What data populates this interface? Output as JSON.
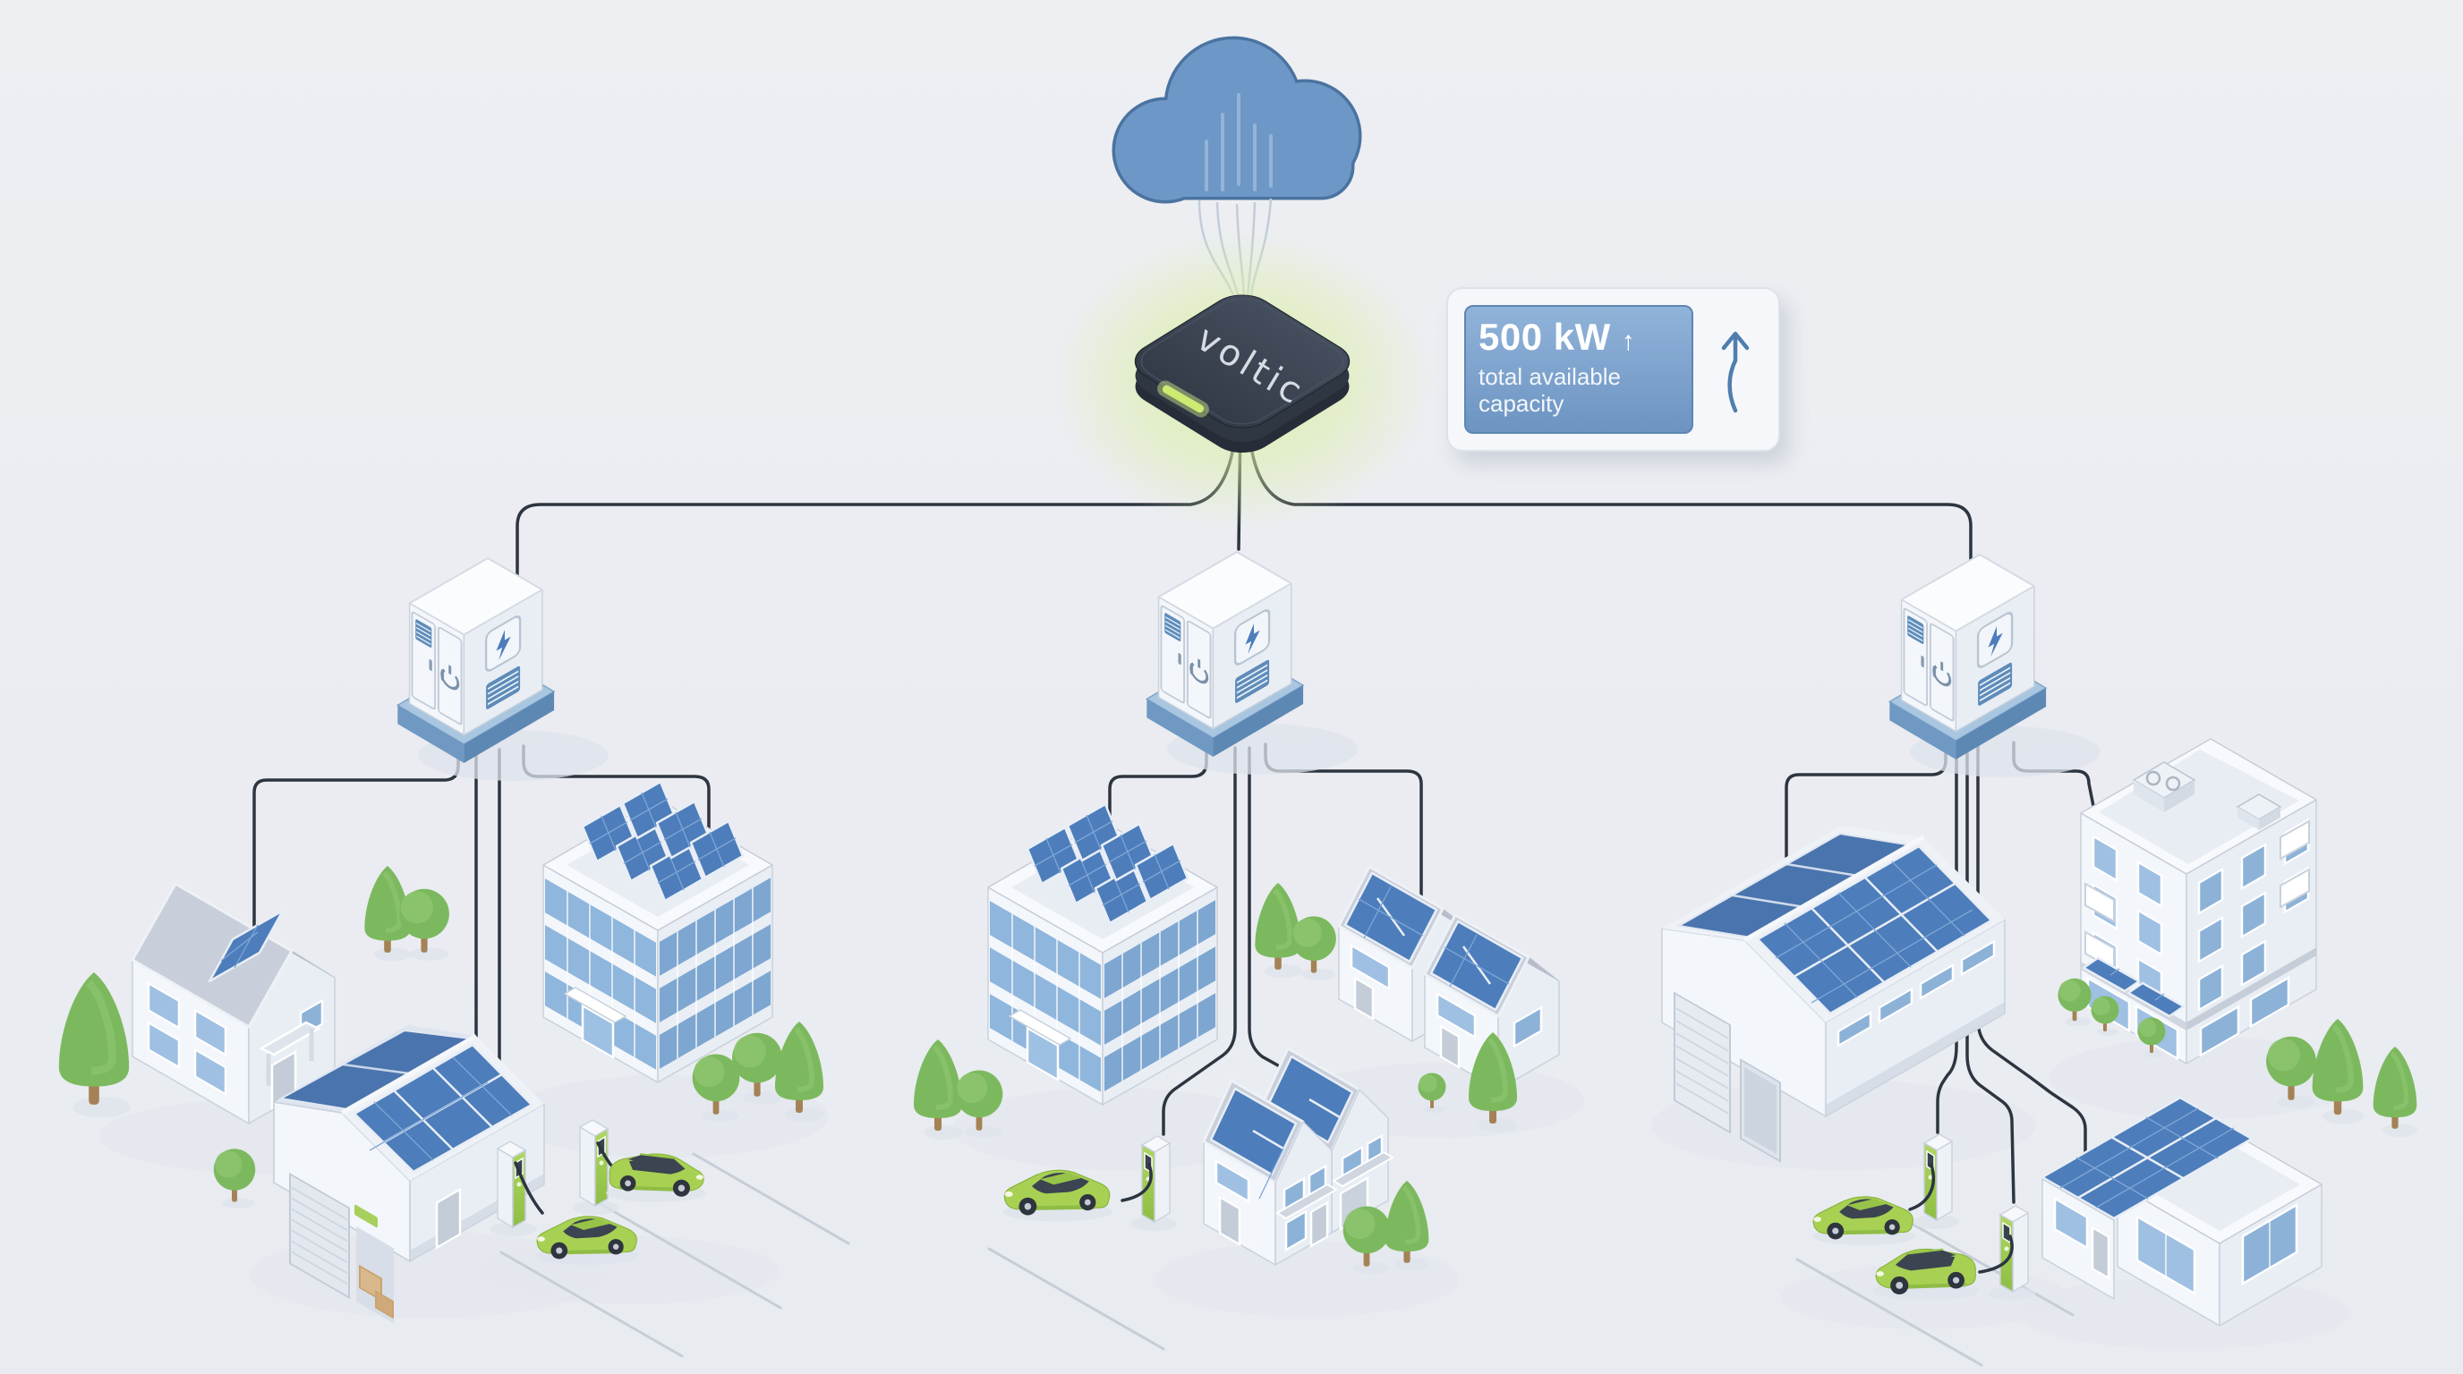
{
  "gateway": {
    "label": "voltic",
    "status_led": "on",
    "glow_color": "#d9ecae"
  },
  "capacity_card": {
    "value": "500 kW",
    "trend_glyph": "↑",
    "caption": "total available capacity",
    "panel_color": "#7da3cf",
    "trend_icon": "arrow-up-icon"
  },
  "icons": {
    "cloud": "cloud-icon",
    "trend": "arrow-up-icon",
    "power": "power-icon",
    "bolt": "lightning-bolt-icon",
    "led": "status-led"
  },
  "palette": {
    "background": "#eceef2",
    "line": "#2c3540",
    "cloud_blue": "#6d97c7",
    "cloud_outline": "#4a739f",
    "solar_blue": "#4d7dbb",
    "device_dark": "#343c49",
    "accent_green": "#a8d153",
    "charger_green": "#a9d25e",
    "tree_green": "#7cb95e",
    "base_blue": "#6f99c2"
  }
}
